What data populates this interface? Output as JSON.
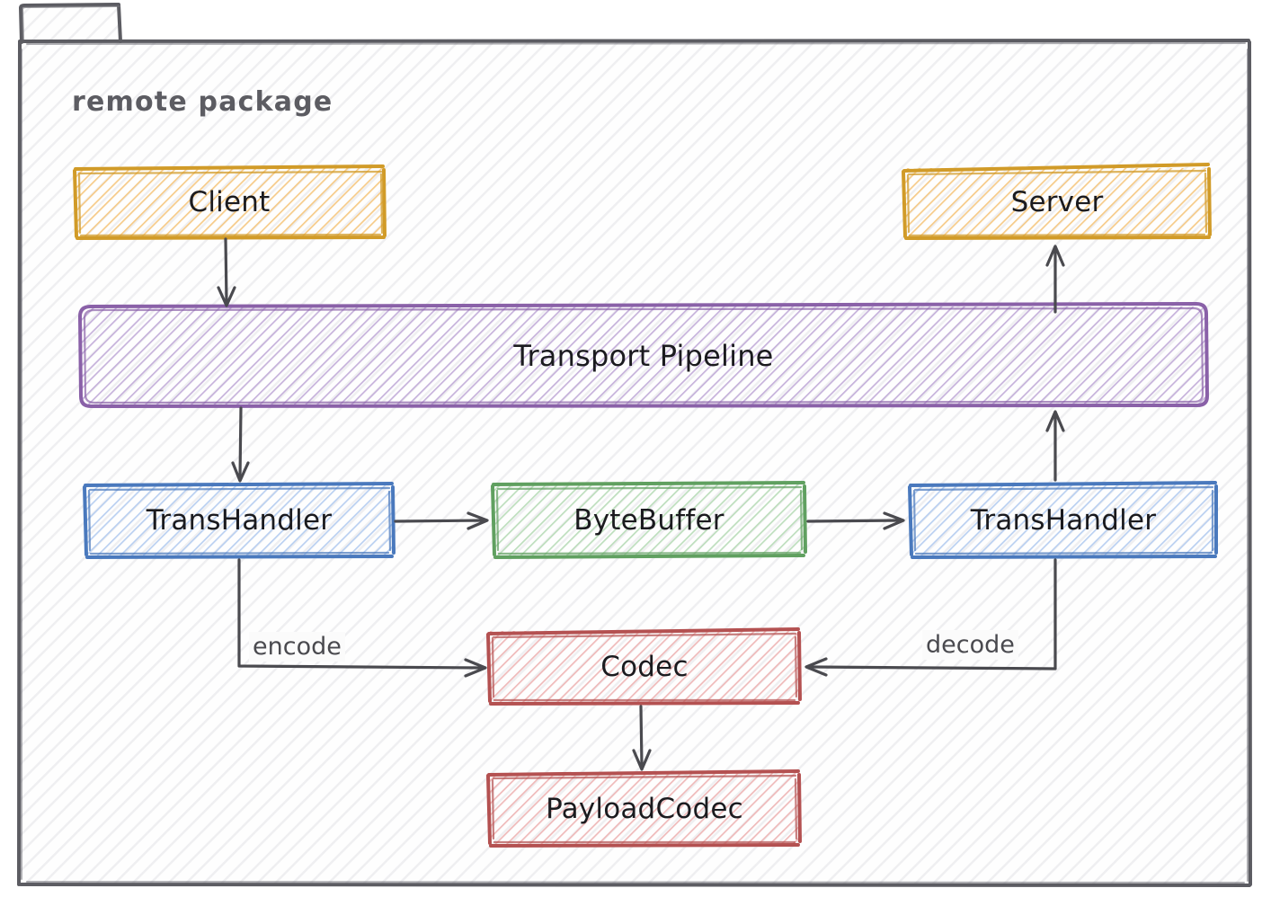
{
  "diagram": {
    "kind": "package-diagram",
    "style": "hand-drawn",
    "package": {
      "title": "remote package",
      "stroke": "#5c5c62",
      "fill": "#fbfbfb"
    },
    "nodes": [
      {
        "id": "client",
        "label": "Client",
        "color": "#d19b28",
        "fill": "#f7cf8f"
      },
      {
        "id": "server",
        "label": "Server",
        "color": "#d19b28",
        "fill": "#f7cf8f"
      },
      {
        "id": "pipeline",
        "label": "Transport Pipeline",
        "color": "#8a61a8",
        "fill": "#c8b5da"
      },
      {
        "id": "handler-left",
        "label": "TransHandler",
        "color": "#4a79bd",
        "fill": "#aac6ec"
      },
      {
        "id": "bytebuffer",
        "label": "ByteBuffer",
        "color": "#60a060",
        "fill": "#b2d9b2"
      },
      {
        "id": "handler-right",
        "label": "TransHandler",
        "color": "#4a79bd",
        "fill": "#aac6ec"
      },
      {
        "id": "codec",
        "label": "Codec",
        "color": "#b45151",
        "fill": "#e8aeae"
      },
      {
        "id": "payloadcodec",
        "label": "PayloadCodec",
        "color": "#b45151",
        "fill": "#e8aeae"
      }
    ],
    "edges": [
      {
        "from": "client",
        "to": "pipeline",
        "label": ""
      },
      {
        "from": "pipeline",
        "to": "handler-left",
        "label": ""
      },
      {
        "from": "handler-left",
        "to": "bytebuffer",
        "label": ""
      },
      {
        "from": "bytebuffer",
        "to": "handler-right",
        "label": ""
      },
      {
        "from": "handler-right",
        "to": "pipeline",
        "label": ""
      },
      {
        "from": "pipeline",
        "to": "server",
        "label": ""
      },
      {
        "from": "handler-left",
        "to": "codec",
        "label": "encode"
      },
      {
        "from": "handler-right",
        "to": "codec",
        "label": "decode"
      },
      {
        "from": "codec",
        "to": "payloadcodec",
        "label": ""
      }
    ],
    "edge_labels": {
      "encode": "encode",
      "decode": "decode"
    },
    "arrow_color": "#4a4a4f"
  }
}
